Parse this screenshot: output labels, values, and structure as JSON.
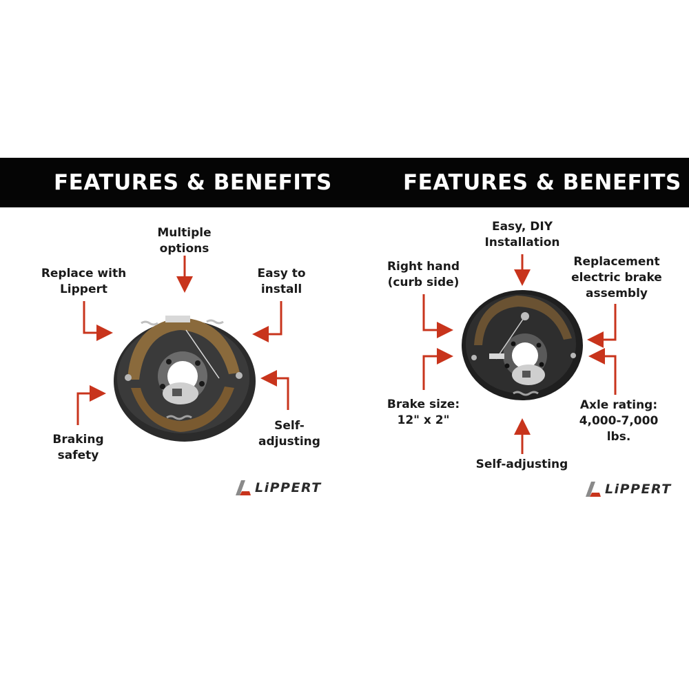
{
  "colors": {
    "arrow": "#c8341c",
    "banner": "#050505",
    "logo_red": "#c8341c",
    "logo_gray": "#8a8a8a"
  },
  "left": {
    "banner_title": "FEATURES & BENEFITS",
    "labels": {
      "multiple_options": "Multiple\noptions",
      "replace_with_lippert": "Replace with\nLippert",
      "easy_to_install": "Easy to\ninstall",
      "braking_safety": "Braking\nsafety",
      "self_adjusting": "Self-\nadjusting"
    },
    "logo_text": "LiPPERT"
  },
  "right": {
    "banner_title": "FEATURES & BENEFITS",
    "labels": {
      "easy_diy": "Easy, DIY\nInstallation",
      "right_hand": "Right hand\n(curb side)",
      "replacement": "Replacement\nelectric brake\nassembly",
      "brake_size": "Brake size:\n12\" x 2\"",
      "axle_rating": "Axle rating:\n4,000-7,000\nlbs.",
      "self_adjusting": "Self-adjusting"
    },
    "logo_text": "LiPPERT"
  }
}
